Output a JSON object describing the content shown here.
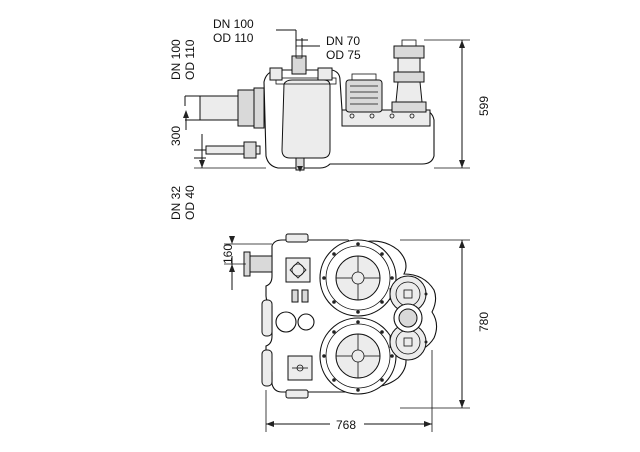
{
  "side_view": {
    "labels": {
      "inlet_dn": "DN 100",
      "inlet_od": "OD 110",
      "vent_dn": "DN 70",
      "vent_od": "OD 75",
      "left_dn": "DN 100",
      "left_od": "OD 110",
      "bottom_dn": "DN 32",
      "bottom_od": "OD 40",
      "height_300": "300",
      "height_599": "599"
    }
  },
  "top_view": {
    "labels": {
      "dim_160": "160",
      "dim_780": "780",
      "dim_768": "768"
    }
  }
}
